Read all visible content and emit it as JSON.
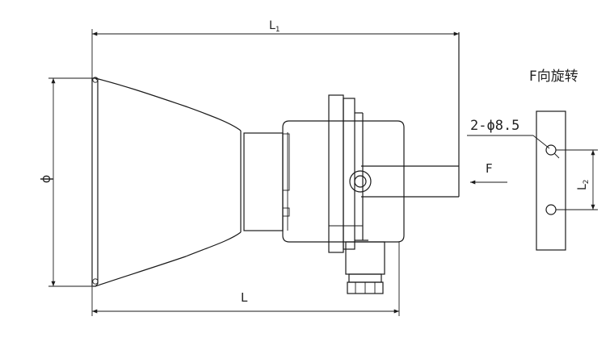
{
  "labels": {
    "overall_length_top": "L",
    "overall_length_top_sub": "1",
    "overall_length_bottom": "L",
    "diameter": "ϕ",
    "view_title": "F向旋转",
    "holes": "2-ϕ8.5",
    "view_arrow": "F",
    "hole_spacing": "L",
    "hole_spacing_sub": "2"
  },
  "colors": {
    "line": "#1a1a1a",
    "background": "#ffffff"
  }
}
